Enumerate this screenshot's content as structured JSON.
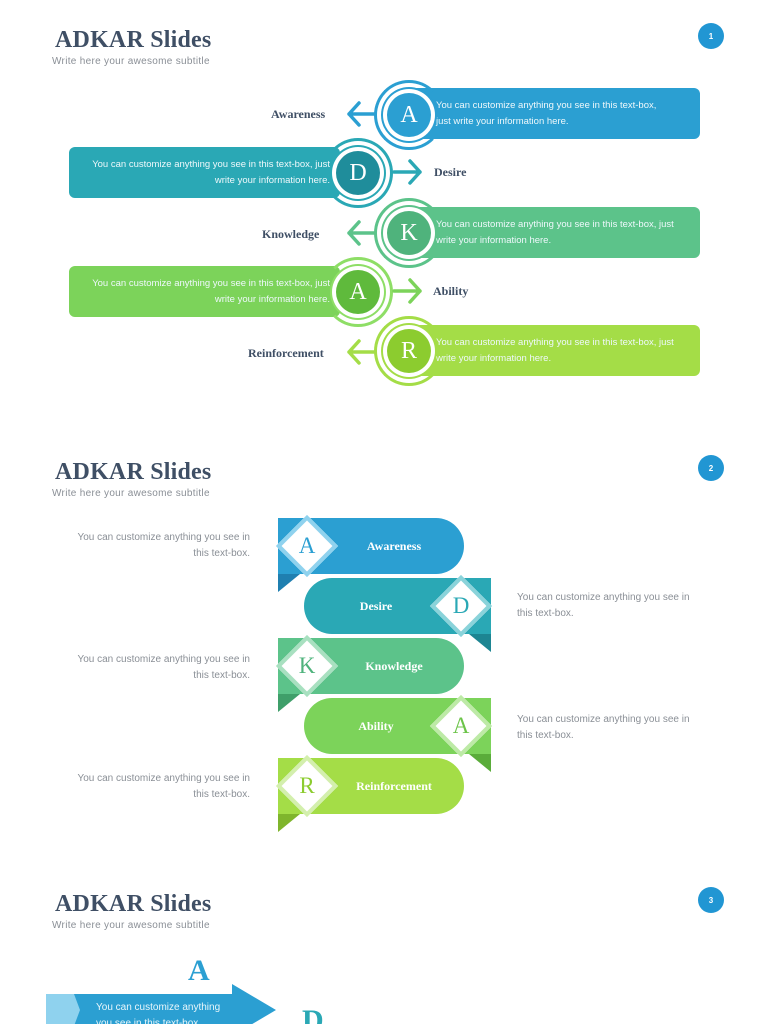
{
  "colors": {
    "awareness": "#2b9fd2",
    "desire": "#2aa8b5",
    "knowledge": "#5cc38a",
    "ability": "#7cd35a",
    "reinforcement": "#a4dd47",
    "title": "#3f4f65",
    "page_badge": "#2196d3"
  },
  "slides": [
    {
      "title": "ADKAR Slides",
      "subtitle": "Write here your awesome subtitle",
      "page": "1",
      "rows": [
        {
          "letter": "A",
          "label": "Awareness",
          "text_1": "You can customize anything you see in this text-box,",
          "text_2": "just write your information here."
        },
        {
          "letter": "D",
          "label": "Desire",
          "text_1": "You can customize anything you see in this text-box, just",
          "text_2": "write your information here."
        },
        {
          "letter": "K",
          "label": "Knowledge",
          "text_1": "You can customize anything you see in this text-box, just",
          "text_2": "write your information here."
        },
        {
          "letter": "A",
          "label": "Ability",
          "text_1": "You can customize anything you see in this text-box, just",
          "text_2": "write your information here."
        },
        {
          "letter": "R",
          "label": "Reinforcement",
          "text_1": "You can customize anything you see in this text-box, just",
          "text_2": "write your information here."
        }
      ]
    },
    {
      "title": "ADKAR Slides",
      "subtitle": "Write here your awesome subtitle",
      "page": "2",
      "rows": [
        {
          "letter": "A",
          "label": "Awareness",
          "text_1": "You can customize anything you see in",
          "text_2": "this text-box."
        },
        {
          "letter": "D",
          "label": "Desire",
          "text_1": "You can customize anything you see in",
          "text_2": "this text-box."
        },
        {
          "letter": "K",
          "label": "Knowledge",
          "text_1": "You can customize anything you see in",
          "text_2": "this text-box."
        },
        {
          "letter": "A",
          "label": "Ability",
          "text_1": "You can customize anything you see in",
          "text_2": "this text-box."
        },
        {
          "letter": "R",
          "label": "Reinforcement",
          "text_1": "You can customize anything you see in",
          "text_2": "this text-box."
        }
      ]
    },
    {
      "title": "ADKAR Slides",
      "subtitle": "Write here your awesome subtitle",
      "page": "3",
      "letter_a": "A",
      "letter_d": "D",
      "text_1": "You can customize anything",
      "text_2": "you see in this text-box."
    }
  ]
}
